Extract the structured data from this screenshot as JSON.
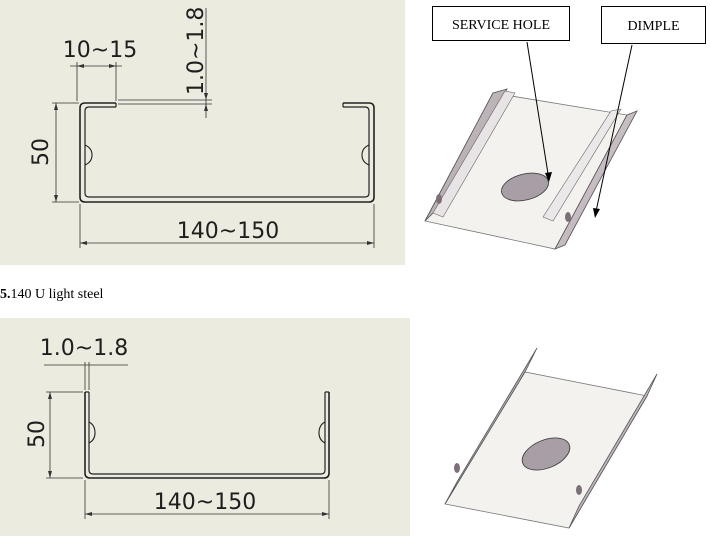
{
  "top": {
    "dim_lip": "10~15",
    "dim_thickness": "1.0~1.8",
    "dim_height": "50",
    "dim_width": "140~150"
  },
  "callouts": {
    "service_hole": "SERVICE HOLE",
    "dimple": "DIMPLE"
  },
  "caption": {
    "number": "5.",
    "text": "140 U light steel"
  },
  "bottom": {
    "dim_thickness": "1.0~1.8",
    "dim_height": "50",
    "dim_width": "140~150"
  }
}
